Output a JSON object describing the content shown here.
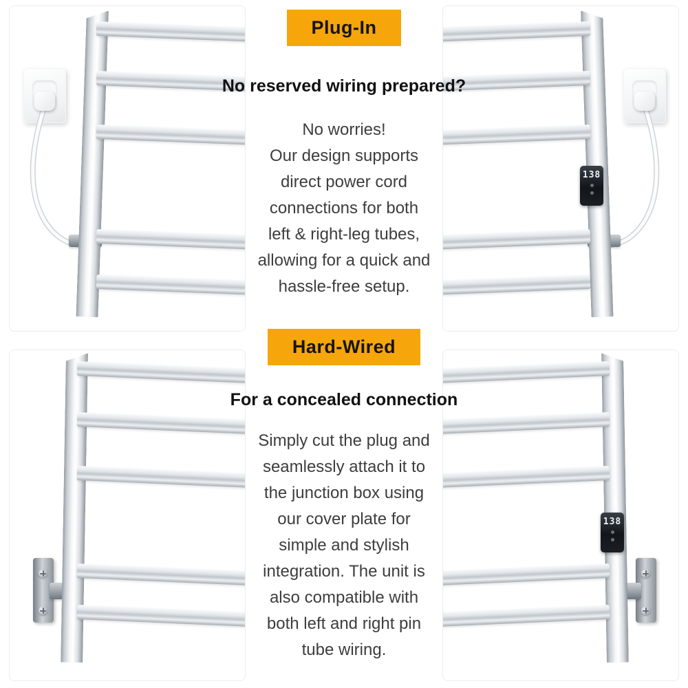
{
  "sections": [
    {
      "badge": "Plug-In",
      "heading": "No reserved wiring prepared?",
      "body": "No worries!\nOur design supports\ndirect power cord\nconnections for both\nleft & right-leg tubes,\nallowing for a quick and\nhassle-free setup."
    },
    {
      "badge": "Hard-Wired",
      "heading": "For a concealed connection",
      "body": "Simply cut the plug and\nseamlessly attach it to\nthe junction box using\nour cover plate for\nsimple and stylish\nintegration. The unit is\nalso compatible with\nboth left and right pin\ntube wiring."
    }
  ],
  "display": {
    "value": "138"
  },
  "colors": {
    "badge_bg": "#F6A60A",
    "badge_text": "#161412",
    "heading_text": "#111111",
    "body_text": "#3d3d3d"
  }
}
